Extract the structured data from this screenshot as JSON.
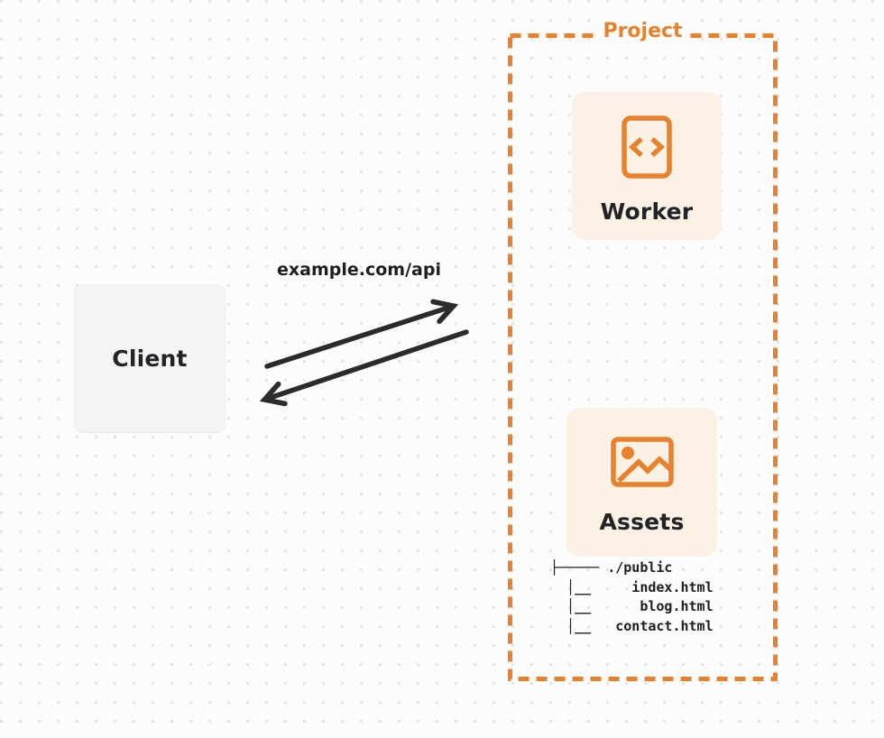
{
  "diagram": {
    "client": {
      "label": "Client"
    },
    "request_label": "example.com/api",
    "project": {
      "title": "Project",
      "nodes": [
        {
          "label": "Worker",
          "icon": "code-file-icon"
        },
        {
          "label": "Assets",
          "icon": "image-icon"
        }
      ],
      "file_tree": "├───── ./public\n  │__     index.html\n  │__      blog.html\n  │__   contact.html"
    }
  },
  "colors": {
    "accent_orange": "#e8812c",
    "card_background": "#fbf1e4",
    "client_background": "#f4f4f5",
    "arrow": "#2b2b2b",
    "heading_text": "#232327",
    "page_background": "#fcfcfc",
    "dot_grid": "#e3e3e4"
  }
}
